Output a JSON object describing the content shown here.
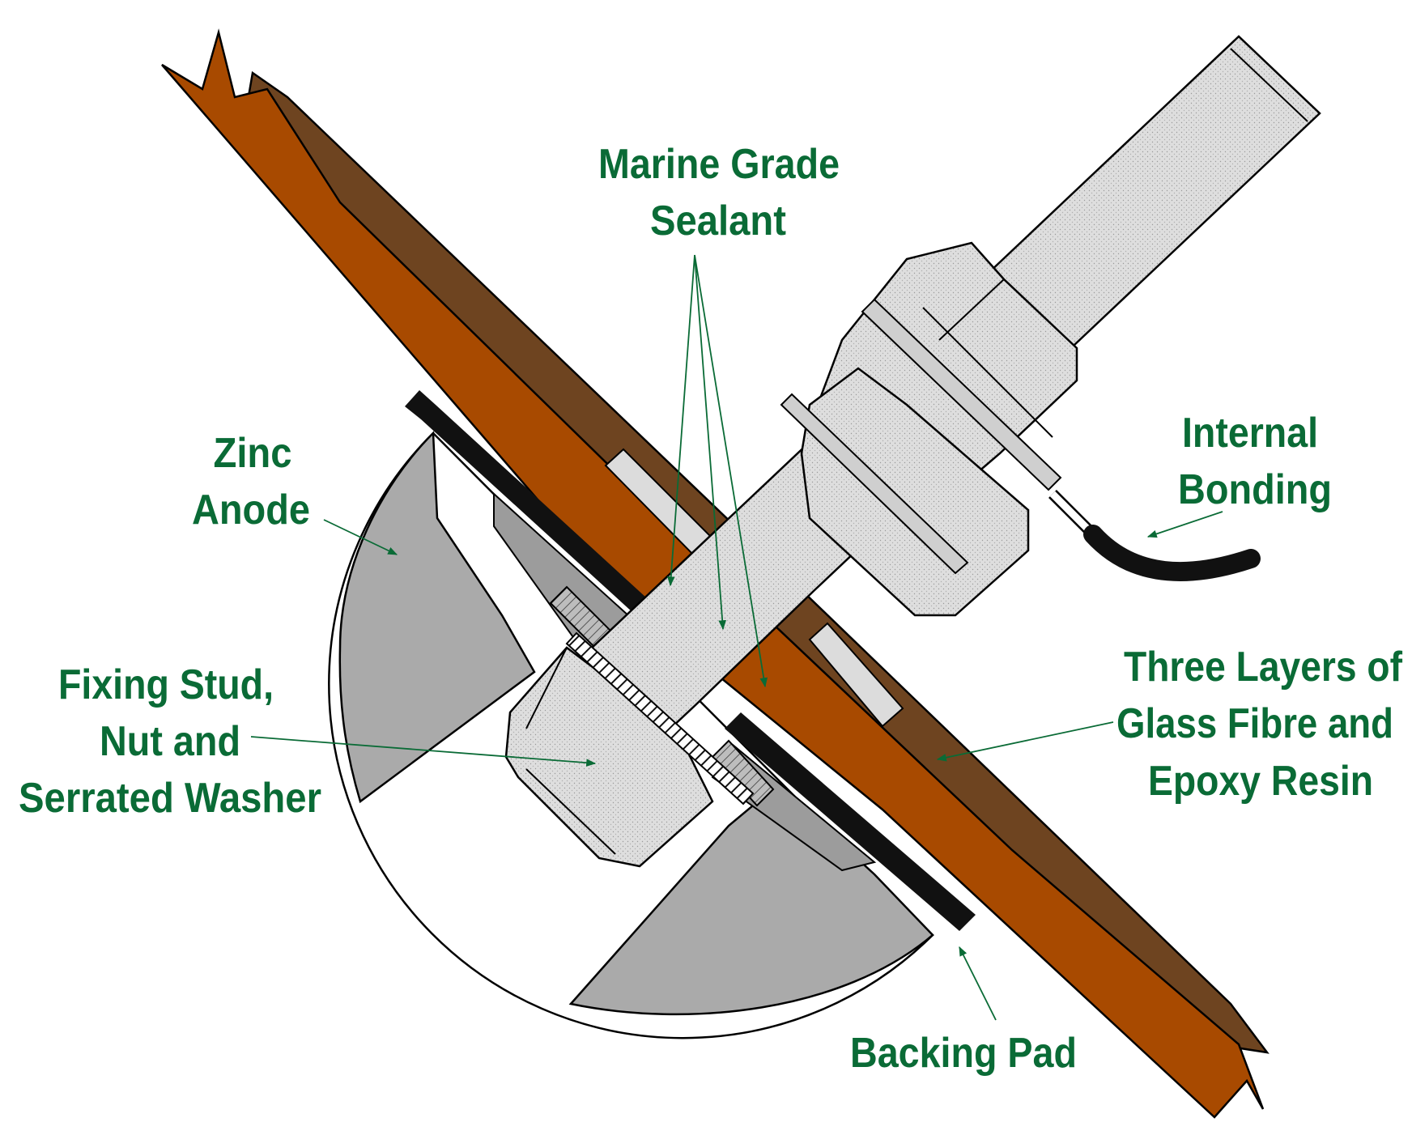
{
  "colors": {
    "label_green": "#0a6b36",
    "hull_front": "#a84a00",
    "hull_back": "#6e4420",
    "zinc_gray": "#aaaaaa",
    "zinc_dark": "#8f8f8f",
    "stud_gray": "#dcdcdc",
    "nut_gray": "#d6d6d6",
    "backing_pad": "#111111",
    "cable": "#111111"
  },
  "labels": {
    "marine_sealant": [
      "Marine Grade",
      "Sealant"
    ],
    "internal_bonding": [
      "Internal",
      "Bonding"
    ],
    "zinc_anode": [
      "Zinc",
      "Anode"
    ],
    "fixing_stud": [
      "Fixing Stud,",
      "Nut and",
      "Serrated Washer"
    ],
    "glass_fibre": [
      "Three Layers of",
      "Glass Fibre and",
      "Epoxy Resin"
    ],
    "backing_pad": [
      "Backing Pad"
    ]
  }
}
